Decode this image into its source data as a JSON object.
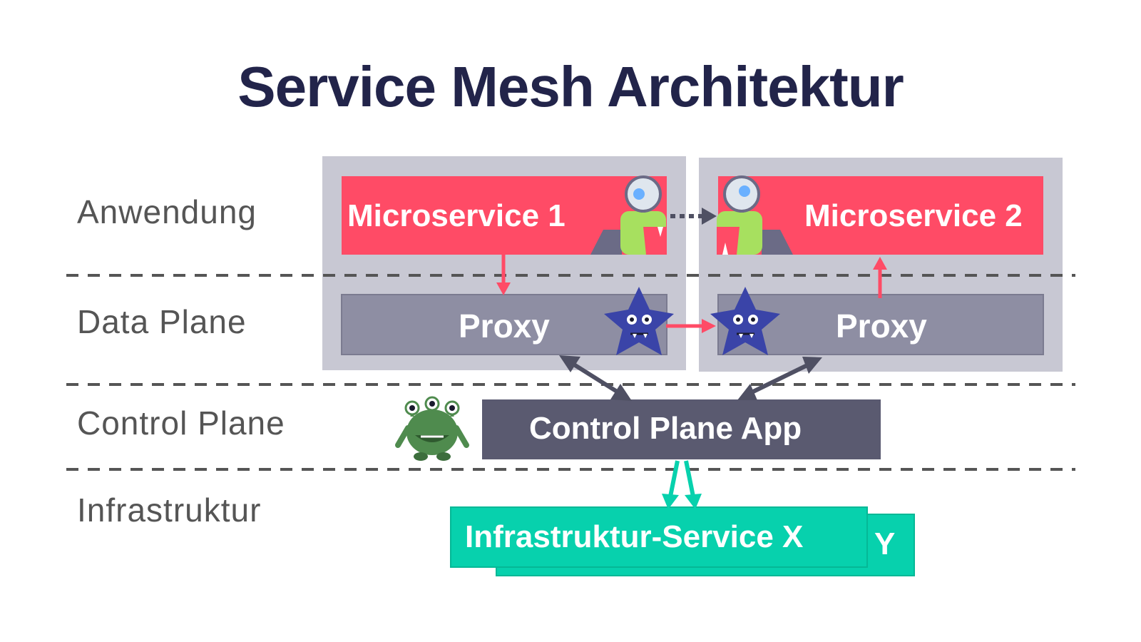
{
  "title": "Service Mesh Architektur",
  "layers": {
    "application": "Anwendung",
    "data_plane": "Data Plane",
    "control_plane": "Control Plane",
    "infrastructure": "Infrastruktur"
  },
  "services": {
    "ms1": "Microservice 1",
    "ms2": "Microservice 2",
    "proxy1": "Proxy",
    "proxy2": "Proxy"
  },
  "control_plane_app": "Control Plane App",
  "infra": {
    "front": "Infrastruktur-Service X",
    "back": "Y"
  },
  "colors": {
    "title": "#22244a",
    "microservice": "#ff4b66",
    "proxy": "#8e8ea3",
    "container": "#c8c8d3",
    "control_plane_box": "#5a5a70",
    "infra": "#07d1ad",
    "star_monster": "#3a44a8",
    "green_monster": "#a7e05f",
    "alien": "#4f8b4e"
  }
}
